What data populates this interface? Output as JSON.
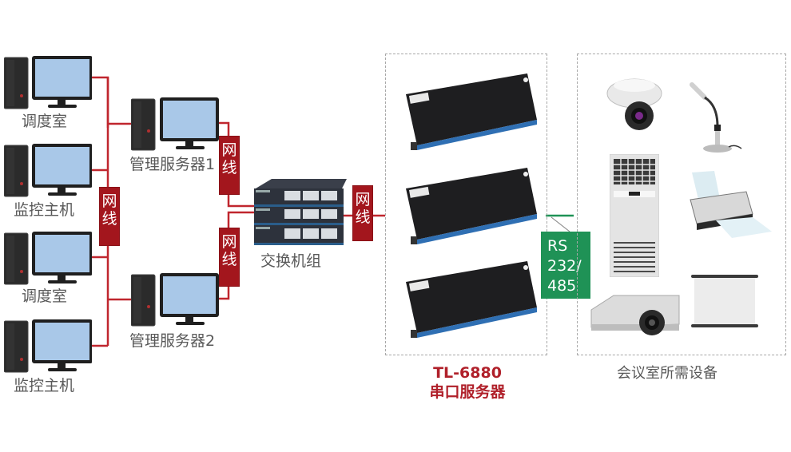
{
  "diagram": {
    "workstations": [
      {
        "label": "调度室"
      },
      {
        "label": "监控主机"
      },
      {
        "label": "调度室"
      },
      {
        "label": "监控主机"
      }
    ],
    "servers": [
      {
        "label": "管理服务器1"
      },
      {
        "label": "管理服务器2"
      }
    ],
    "cable_label": "网线",
    "switch_group": {
      "label": "交换机组"
    },
    "serial_server": {
      "model": "TL-6880",
      "name": "串口服务器",
      "unit_count": 3
    },
    "interface": {
      "lines": [
        "RS",
        "232/",
        "485"
      ]
    },
    "equipment_group": {
      "label": "会议室所需设备",
      "items": [
        "dome-camera",
        "microphone",
        "air-conditioner",
        "printer",
        "projector",
        "projection-screen"
      ]
    },
    "colors": {
      "cable": "#c0262e",
      "cable_tag": "#a3161d",
      "interface_box": "#1f9256",
      "caption": "#b0202a",
      "label_text": "#595959",
      "dashed_border": "#a8a8a8"
    }
  }
}
